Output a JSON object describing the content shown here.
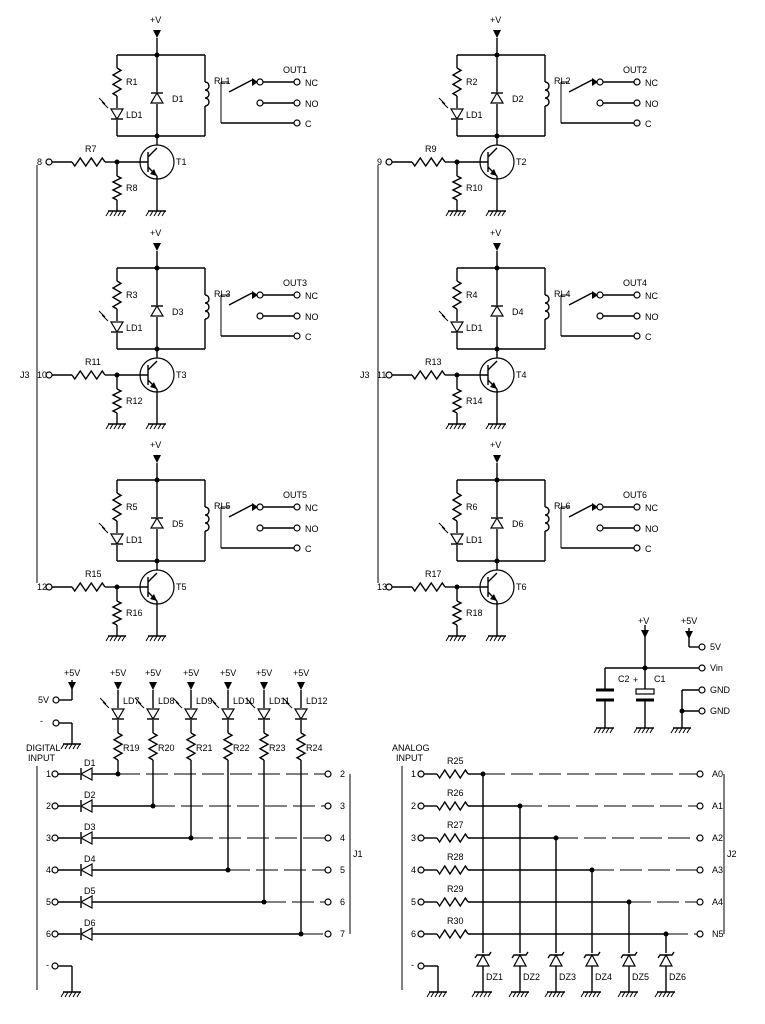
{
  "supply_label": "+V",
  "supply_5v_label": "+5V",
  "relay_stages": [
    {
      "resistor_led": "R1",
      "diode": "D1",
      "led": "LD1",
      "relay": "RL1",
      "out": "OUT1",
      "base_resistor": "R7",
      "pull_resistor": "R8",
      "transistor": "T1",
      "pin": "8"
    },
    {
      "resistor_led": "R2",
      "diode": "D2",
      "led": "LD1",
      "relay": "RL2",
      "out": "OUT2",
      "base_resistor": "R9",
      "pull_resistor": "R10",
      "transistor": "T2",
      "pin": "9"
    },
    {
      "resistor_led": "R3",
      "diode": "D3",
      "led": "LD1",
      "relay": "RL3",
      "out": "OUT3",
      "base_resistor": "R11",
      "pull_resistor": "R12",
      "transistor": "T3",
      "pin": "10"
    },
    {
      "resistor_led": "R4",
      "diode": "D4",
      "led": "LD1",
      "relay": "RL4",
      "out": "OUT4",
      "base_resistor": "R13",
      "pull_resistor": "R14",
      "transistor": "T4",
      "pin": "11"
    },
    {
      "resistor_led": "R5",
      "diode": "D5",
      "led": "LD1",
      "relay": "RL5",
      "out": "OUT5",
      "base_resistor": "R15",
      "pull_resistor": "R16",
      "transistor": "T5",
      "pin": "12"
    },
    {
      "resistor_led": "R6",
      "diode": "D6",
      "led": "LD1",
      "relay": "RL6",
      "out": "OUT6",
      "base_resistor": "R17",
      "pull_resistor": "R18",
      "transistor": "T6",
      "pin": "13"
    }
  ],
  "contacts": [
    "NC",
    "NO",
    "C"
  ],
  "connector_j3": "J3",
  "power": {
    "c2": "C2",
    "c1": "C1",
    "plus": "+",
    "pins": [
      "5V",
      "Vin",
      "GND",
      "GND"
    ]
  },
  "digital": {
    "title_line1": "DIGITAL",
    "title_line2": "INPUT",
    "left_5v": "5V",
    "left_minus": "-",
    "leds": [
      "LD7",
      "LD8",
      "LD9",
      "LD10",
      "LD11",
      "LD12"
    ],
    "resistors": [
      "R19",
      "R20",
      "R21",
      "R22",
      "R23",
      "R24"
    ],
    "diodes": [
      "D1",
      "D2",
      "D3",
      "D4",
      "D5",
      "D6"
    ],
    "input_pins": [
      "1",
      "2",
      "3",
      "4",
      "5",
      "6"
    ],
    "output_pins": [
      "2",
      "3",
      "4",
      "5",
      "6",
      "7"
    ],
    "connector": "J1",
    "bottom_minus": "-"
  },
  "analog": {
    "title_line1": "ANALOG",
    "title_line2": "INPUT",
    "resistors": [
      "R25",
      "R26",
      "R27",
      "R28",
      "R29",
      "R30"
    ],
    "input_pins": [
      "1",
      "2",
      "3",
      "4",
      "5",
      "6"
    ],
    "outputs": [
      "A0",
      "A1",
      "A2",
      "A3",
      "A4",
      "N5"
    ],
    "zeners": [
      "DZ1",
      "DZ2",
      "DZ3",
      "DZ4",
      "DZ5",
      "DZ6"
    ],
    "connector": "J2",
    "bottom_minus": "-"
  }
}
